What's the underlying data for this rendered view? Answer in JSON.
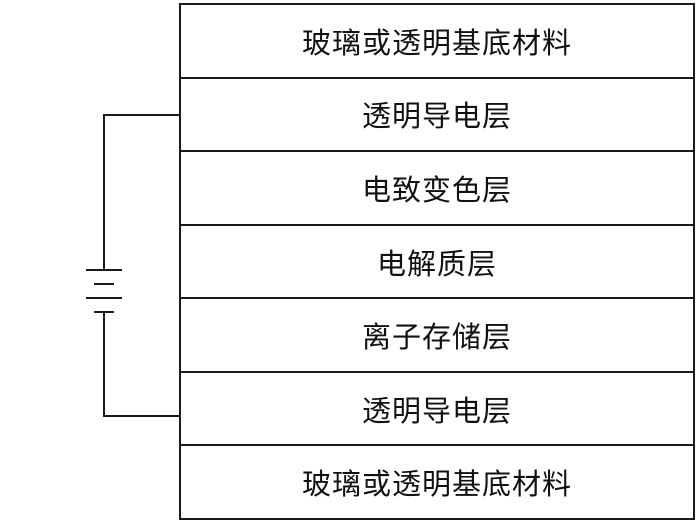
{
  "diagram": {
    "layers": [
      "玻璃或透明基底材料",
      "透明导电层",
      "电致变色层",
      "电解质层",
      "离子存储层",
      "透明导电层",
      "玻璃或透明基底材料"
    ],
    "power_source": "battery-icon",
    "connections": [
      "layer-2",
      "layer-6"
    ]
  }
}
